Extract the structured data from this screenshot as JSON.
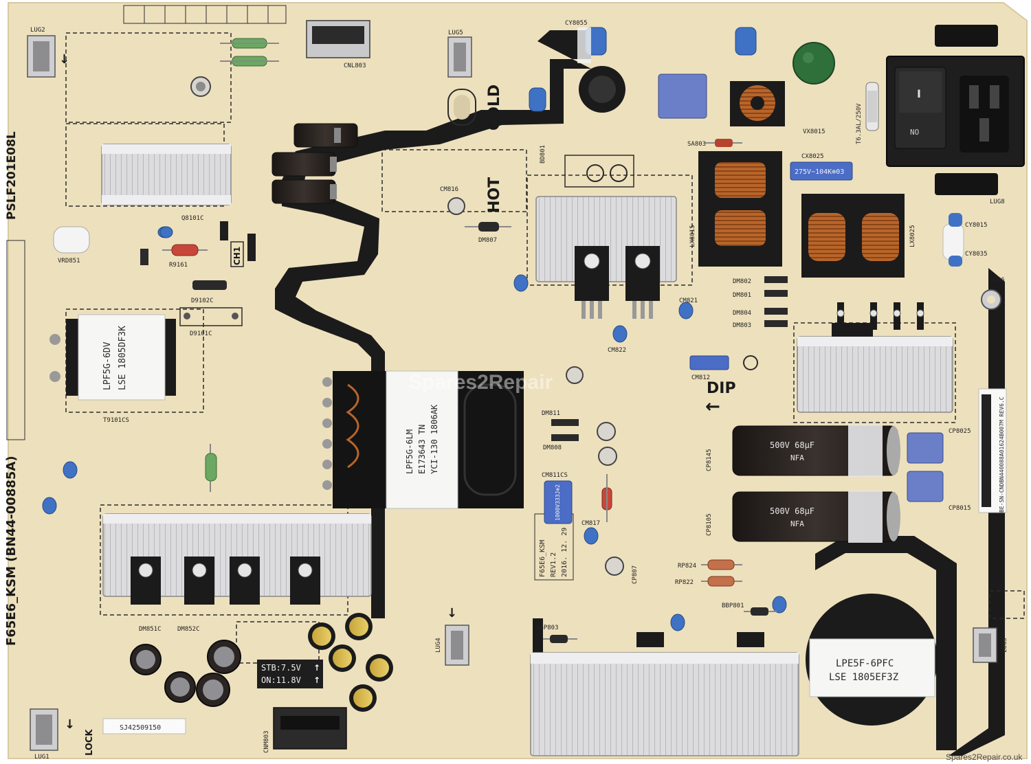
{
  "board": {
    "model_top": "F65E6_KSM (BN44-00885A)",
    "part_code": "PSLF201E08L",
    "cold_label": "COLD",
    "hot_label": "HOT",
    "dip_label": "DIP",
    "lock_label": "LOCK",
    "ch1_label": "CH1",
    "rev_block": [
      "F65E6_KSM",
      "REV1.2",
      "2016. 12. 29"
    ],
    "stb_label": "STB:7.5V",
    "on_label": "ON:11.8V",
    "sticker_barcode": "SJ42509150",
    "serial_label": "BE-SN-CNDBN440088A01624B007M  REV6.C"
  },
  "transformers": {
    "main": [
      "LPF5G-6LM",
      "E173643 TN",
      "YCI-130 1806AK"
    ],
    "standby": [
      "LPF5G-6DV",
      "LSE 1805DF3K"
    ],
    "pfc": [
      "LPE5F-6PFC",
      "LSE 1805EF3Z"
    ]
  },
  "capacitors": {
    "bulk_top": [
      "500V 68μF",
      "NFA"
    ],
    "bulk_bottom": [
      "500V 68μF",
      "NFA"
    ],
    "x_cap": "275V~104K⊕03",
    "film_cap": "1000V333J⊕2"
  },
  "designators": {
    "t9101": "T9101CS",
    "cx8025": "CX8025",
    "lx8015": "LX8015",
    "lx8025": "LX8025",
    "vx8015": "VX8015",
    "cm816": "CM816",
    "dm807": "DM807",
    "dm802": "DM802",
    "dm801": "DM801",
    "dm804": "DM804",
    "dm803": "DM803",
    "cm812": "CM812",
    "cm822": "CM822",
    "cm821": "CM821",
    "cp8145": "CP8145",
    "cp8105": "CP8105",
    "cp8025": "CP8025",
    "cp8015": "CP8015",
    "dm851c": "DM851C",
    "dm852c": "DM852C",
    "bbp803": "BBP803",
    "bbp801": "BBP801",
    "rp824": "RP824",
    "rp822": "RP822",
    "cm811cs": "CM811CS",
    "cm817": "CM817",
    "cp807": "CP807",
    "q8101c": "Q8101C",
    "d9102c": "D9102C",
    "d9101c": "D9101C",
    "vrd851": "VRD851",
    "r9161": "R9161",
    "bd801": "BD801",
    "lug1": "LUG1",
    "lug2": "LUG2",
    "lug3": "LUG3",
    "lug4": "LUG4",
    "lug5": "LUG5",
    "lug6": "LUG6",
    "lug8": "LUG8",
    "cnl803": "CNL803",
    "cnm803": "CNM803",
    "sa803": "SA803",
    "cy8035": "CY8035",
    "cy8015": "CY8015",
    "cy8055": "CY8055",
    "fp8010": "T6.3AL/250V",
    "dm811": "DM811",
    "dm808": "DM808"
  },
  "power_switch": {
    "on_glyph": "I",
    "off_label": "NO"
  },
  "watermark": {
    "center": "Spares2Repair",
    "corner": "Spares2Repair.co.uk"
  },
  "colors": {
    "pcb": "#ede0bd",
    "copper_trace": "#1b1b1b",
    "outline": "#2b2b2b",
    "cap_blue": "#3f72c4",
    "electrolytic": "#2a2522",
    "heatsink": "#d4d4d6"
  }
}
